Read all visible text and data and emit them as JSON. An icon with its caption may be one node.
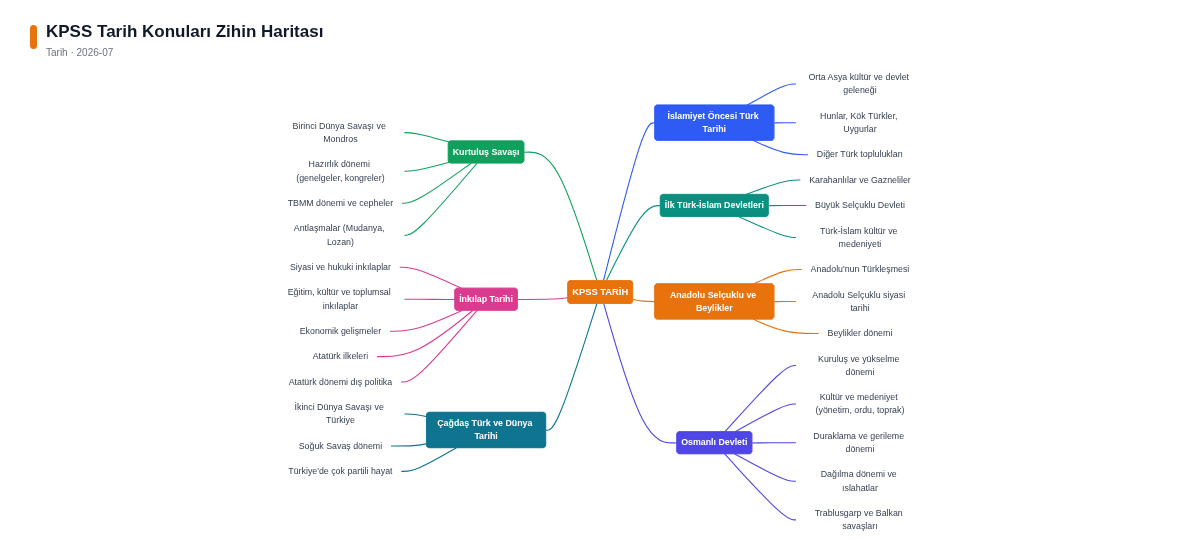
{
  "diagram": {
    "title": "KPSS Tarih Konuları Zihin Haritası",
    "nodes": [
      {
        "text": [
          "KPSS TARİH"
        ]
      },
      {
        "text": [
          "Kurtuluş Savaşı"
        ]
      },
      {
        "text": [
          "Birinci Dünya Savaşı ve Mondros"
        ]
      },
      {
        "text": [
          "Hazırlık dönemi (genelgeler, kongreler)"
        ]
      },
      {
        "text": [
          "TBMM dönemi ve cepheler"
        ]
      },
      {
        "text": [
          "Antlaşmalar (Mudanya, Lozan)"
        ]
      },
      {
        "text": [
          "İnkılap Tarihi"
        ]
      },
      {
        "text": [
          "Siyasi ve hukuki inkılaplar"
        ]
      },
      {
        "text": [
          "Eğitim, kültür ve toplumsal inkılaplar"
        ]
      },
      {
        "text": [
          "Ekonomik gelişmeler"
        ]
      },
      {
        "text": [
          "Atatürk ilkeleri"
        ]
      },
      {
        "text": [
          "Atatürk dönemi dış politika"
        ]
      },
      {
        "text": [
          "Çağdaş Türk ve Dünya Tarihi"
        ]
      },
      {
        "text": [
          "İkinci Dünya Savaşı ve Türkiye"
        ]
      },
      {
        "text": [
          "Soğuk Savaş dönemi"
        ]
      },
      {
        "text": [
          "Türkiye'de çok partili hayat"
        ]
      },
      {
        "text": [
          "İslamiyet Öncesi Türk Tarihi"
        ]
      },
      {
        "text": [
          "Orta Asya kültür ve devlet geleneği"
        ]
      },
      {
        "text": [
          "Hunlar, Kök Türkler, Uygurlar"
        ]
      },
      {
        "text": [
          "Diğer Türk toplulukları"
        ]
      },
      {
        "text": [
          "İlk Türk-İslam Devletleri"
        ]
      },
      {
        "text": [
          "Karahanlılar ve Gazneliler"
        ]
      },
      {
        "text": [
          "Büyük Selçuklu Devleti"
        ]
      },
      {
        "text": [
          "Türk-İslam kültür ve medeniyeti"
        ]
      },
      {
        "text": [
          "Anadolu Selçuklu ve Beylikler"
        ]
      },
      {
        "text": [
          "Anadolu'nun Türkleşmesi"
        ]
      },
      {
        "text": [
          "Anadolu Selçuklu siyasi tarihi"
        ]
      },
      {
        "text": [
          "Beylikler dönemi"
        ]
      },
      {
        "text": [
          "Osmanlı Devleti"
        ]
      },
      {
        "text": [
          "Kuruluş ve yükselme dönemi"
        ]
      },
      {
        "text": [
          "Kültür ve medeniyet (yönetim, ordu, toprak)"
        ]
      },
      {
        "text": [
          "Duraklama ve gerileme dönemi"
        ]
      },
      {
        "text": [
          "Dağılma dönemi ve ıslahatlar"
        ]
      },
      {
        "text": [
          "Trablusgarp ve Balkan savaşları"
        ]
      }
    ],
    "edges": [
      {
        "from": 0,
        "to": 1,
        "arrow": "none",
        "color": "#0ea05c"
      },
      {
        "from": 1,
        "to": 2,
        "arrow": "none",
        "color": "#0ea05c"
      },
      {
        "from": 1,
        "to": 3,
        "arrow": "none",
        "color": "#0ea05c"
      },
      {
        "from": 1,
        "to": 4,
        "arrow": "none",
        "color": "#0ea05c"
      },
      {
        "from": 1,
        "to": 5,
        "arrow": "none",
        "color": "#0ea05c"
      },
      {
        "from": 0,
        "to": 6,
        "arrow": "none",
        "color": "#db3b8f"
      },
      {
        "from": 6,
        "to": 7,
        "arrow": "none",
        "color": "#db3b8f"
      },
      {
        "from": 6,
        "to": 8,
        "arrow": "none",
        "color": "#db3b8f"
      },
      {
        "from": 6,
        "to": 9,
        "arrow": "none",
        "color": "#db3b8f"
      },
      {
        "from": 6,
        "to": 10,
        "arrow": "none",
        "color": "#db3b8f"
      },
      {
        "from": 6,
        "to": 11,
        "arrow": "none",
        "color": "#db3b8f"
      },
      {
        "from": 0,
        "to": 12,
        "arrow": "none",
        "color": "#0e7490"
      },
      {
        "from": 12,
        "to": 13,
        "arrow": "none",
        "color": "#0e7490"
      },
      {
        "from": 12,
        "to": 14,
        "arrow": "none",
        "color": "#0e7490"
      },
      {
        "from": 12,
        "to": 15,
        "arrow": "none",
        "color": "#0e7490"
      },
      {
        "from": 0,
        "to": 16,
        "arrow": "none",
        "color": "#2f5bf5"
      },
      {
        "from": 16,
        "to": 17,
        "arrow": "none",
        "color": "#2f5bf5"
      },
      {
        "from": 16,
        "to": 18,
        "arrow": "none",
        "color": "#2f5bf5"
      },
      {
        "from": 16,
        "to": 19,
        "arrow": "none",
        "color": "#2f5bf5"
      },
      {
        "from": 0,
        "to": 20,
        "arrow": "none",
        "color": "#0b9080"
      },
      {
        "from": 20,
        "to": 21,
        "arrow": "none",
        "color": "#0b9080"
      },
      {
        "from": 20,
        "to": 22,
        "arrow": "none",
        "color": "#0b9080"
      },
      {
        "from": 20,
        "to": 23,
        "arrow": "none",
        "color": "#0b9080"
      },
      {
        "from": 0,
        "to": 24,
        "arrow": "none",
        "color": "#e8720c"
      },
      {
        "from": 24,
        "to": 25,
        "arrow": "none",
        "color": "#e8720c"
      },
      {
        "from": 24,
        "to": 26,
        "arrow": "none",
        "color": "#e8720c"
      },
      {
        "from": 24,
        "to": 27,
        "arrow": "none",
        "color": "#e8720c"
      },
      {
        "from": 0,
        "to": 28,
        "arrow": "none",
        "color": "#4f46e5"
      },
      {
        "from": 28,
        "to": 29,
        "arrow": "none",
        "color": "#4f46e5"
      },
      {
        "from": 28,
        "to": 30,
        "arrow": "none",
        "color": "#4f46e5"
      },
      {
        "from": 28,
        "to": 31,
        "arrow": "none",
        "color": "#4f46e5"
      },
      {
        "from": 28,
        "to": 32,
        "arrow": "none",
        "color": "#4f46e5"
      },
      {
        "from": 28,
        "to": 33,
        "arrow": "none",
        "color": "#4f46e5"
      }
    ],
    "labels": [
      "Tarih · 2026-07"
    ]
  }
}
